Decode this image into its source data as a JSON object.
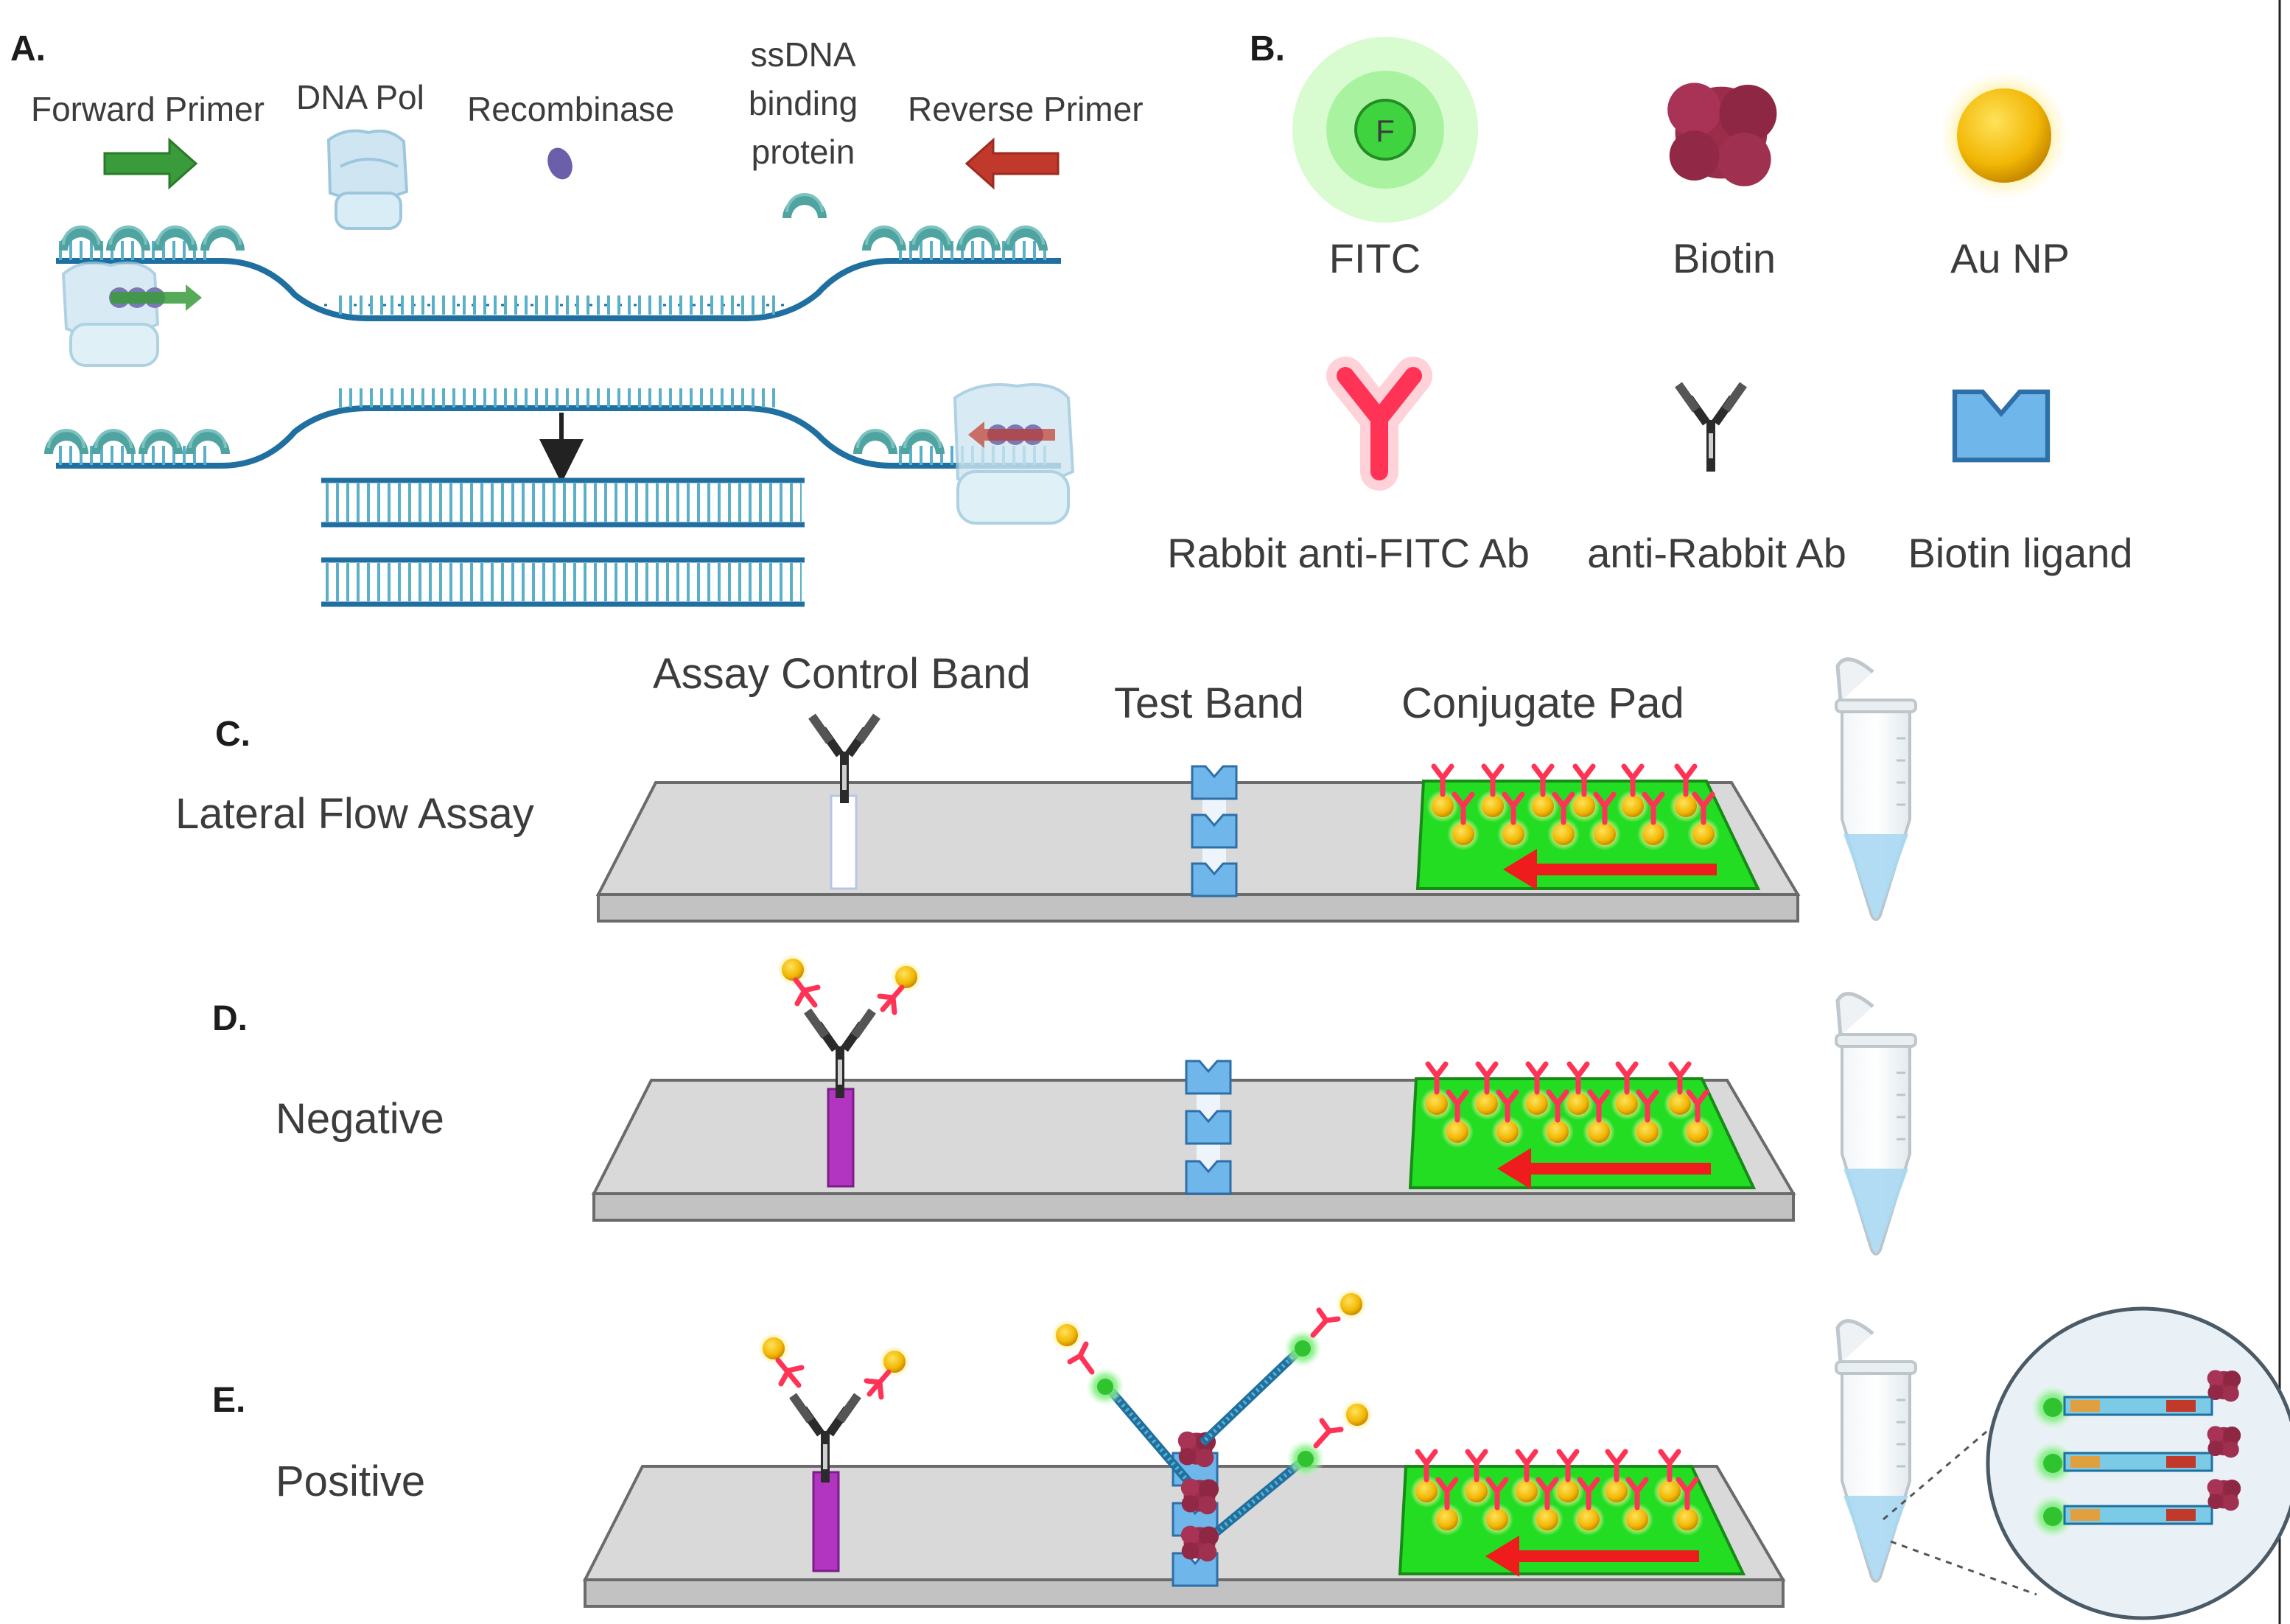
{
  "panelA": {
    "letter": "A.",
    "labels": {
      "forward_primer": "Forward Primer",
      "dna_pol": "DNA Pol",
      "recombinase": "Recombinase",
      "ssdna_line1": "ssDNA",
      "ssdna_line2": "binding",
      "ssdna_line3": "protein",
      "reverse_primer": "Reverse Primer"
    }
  },
  "panelB": {
    "letter": "B.",
    "fitc_glyph": "F",
    "legend": {
      "fitc": "FITC",
      "biotin": "Biotin",
      "au_np": "Au NP",
      "rabbit_anti_fitc": "Rabbit anti-FITC Ab",
      "anti_rabbit": "anti-Rabbit Ab",
      "biotin_ligand": "Biotin ligand"
    }
  },
  "panelC": {
    "letter": "C.",
    "title": "Lateral Flow Assay",
    "control_band": "Assay Control Band",
    "test_band": "Test Band",
    "conjugate_pad": "Conjugate Pad"
  },
  "panelD": {
    "letter": "D.",
    "title": "Negative"
  },
  "panelE": {
    "letter": "E.",
    "title": "Positive"
  },
  "colors": {
    "dna": "#1f6fa0",
    "ssb": "#4fa3a0",
    "strip_top": "#d9d9d9",
    "pad_green": "#22dd22",
    "red_ab": "#ff3355",
    "gold": "#f2b705",
    "biotin": "#9b2c4a",
    "ligand": "#6fb6ea",
    "control_purple": "#b135c0",
    "forward_arrow": "#3a9b3a",
    "reverse_arrow": "#c0392b"
  }
}
